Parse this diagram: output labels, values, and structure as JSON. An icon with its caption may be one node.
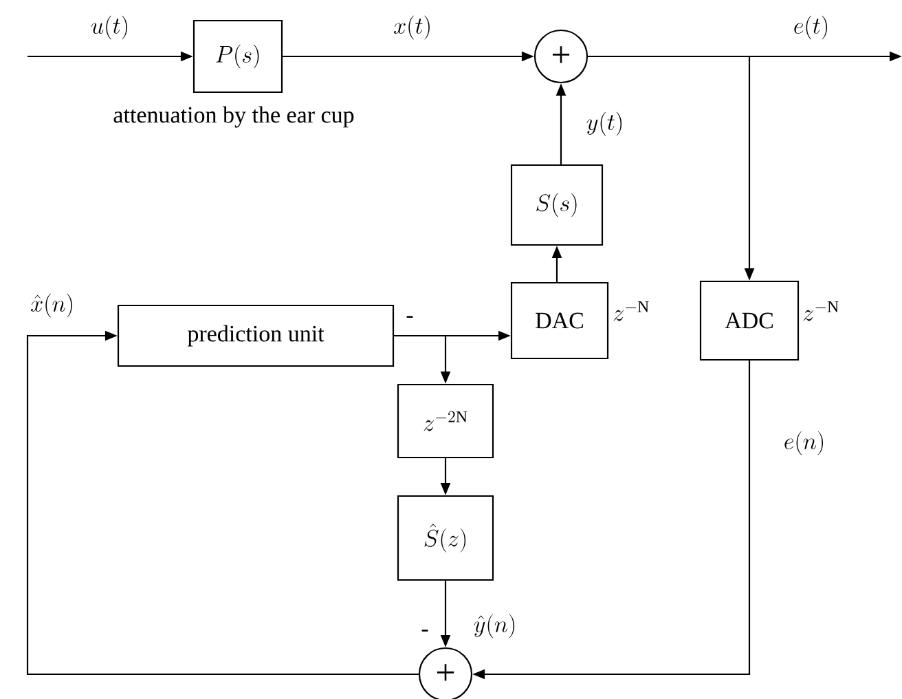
{
  "diagram": {
    "nodes": [
      {
        "text": [
          "P(s)"
        ],
        "beside": [
          "attenuation by the ear cup"
        ]
      },
      {
        "text": [
          "+"
        ]
      },
      {
        "text": [
          "S(s)"
        ]
      },
      {
        "text": [
          "DAC"
        ],
        "beside": [
          "z^{-\\mathrm{N}}"
        ]
      },
      {
        "text": [
          "ADC"
        ],
        "beside": [
          "z^{-\\mathrm{N}}"
        ]
      },
      {
        "text": [
          "prediction unit"
        ]
      },
      {
        "text": [
          "z^{-2\\mathrm{N}}"
        ]
      },
      {
        "text": [
          "\\hat{S}(z)"
        ]
      },
      {
        "text": [
          "+"
        ]
      }
    ],
    "edges": [
      {
        "from": null,
        "to": 0,
        "arrow": "to",
        "label": "u(t)"
      },
      {
        "from": 0,
        "to": 1,
        "arrow": "to",
        "label": "x(t)"
      },
      {
        "from": 1,
        "to": null,
        "arrow": "to",
        "label": "e(t)"
      },
      {
        "from": 1,
        "to": 4,
        "arrow": "to"
      },
      {
        "from": 2,
        "to": 1,
        "arrow": "to",
        "label": "y(t)"
      },
      {
        "from": 3,
        "to": 2,
        "arrow": "to"
      },
      {
        "from": 5,
        "to": 3,
        "arrow": "to",
        "label": "-"
      },
      {
        "from": 5,
        "to": 6,
        "arrow": "to"
      },
      {
        "from": 6,
        "to": 7,
        "arrow": "to"
      },
      {
        "from": 7,
        "to": 8,
        "arrow": "to",
        "label": "\\hat{y}(n)"
      },
      {
        "from": 4,
        "to": 8,
        "arrow": "to",
        "label": "e(n)"
      },
      {
        "from": 8,
        "to": 5,
        "arrow": "to",
        "label": "\\hat{x}(n)"
      }
    ],
    "labels": [
      "-"
    ]
  }
}
